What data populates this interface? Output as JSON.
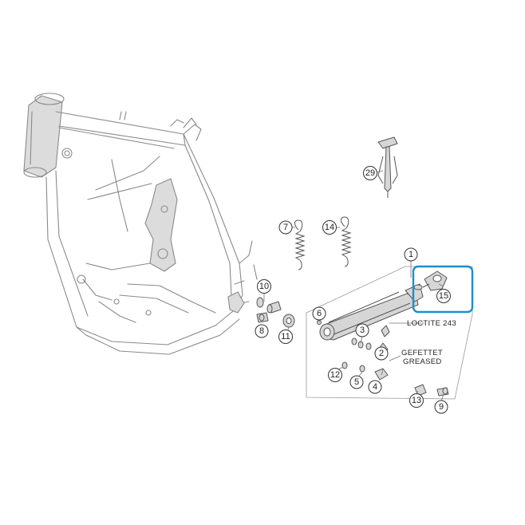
{
  "callouts": {
    "c1": "1",
    "c2": "2",
    "c3": "3",
    "c4": "4",
    "c5": "5",
    "c6": "6",
    "c7": "7",
    "c8": "8",
    "c9": "9",
    "c10": "10",
    "c11": "11",
    "c12": "12",
    "c13": "13",
    "c14": "14",
    "c15": "15",
    "c29": "29"
  },
  "notes": {
    "loctite": "LOCTITE 243",
    "gefettet": "GEFETTET",
    "greased": "GREASED"
  },
  "colors": {
    "highlight": "#1a8fd0",
    "line": "#8a8a8a"
  },
  "highlighted_part": "15"
}
